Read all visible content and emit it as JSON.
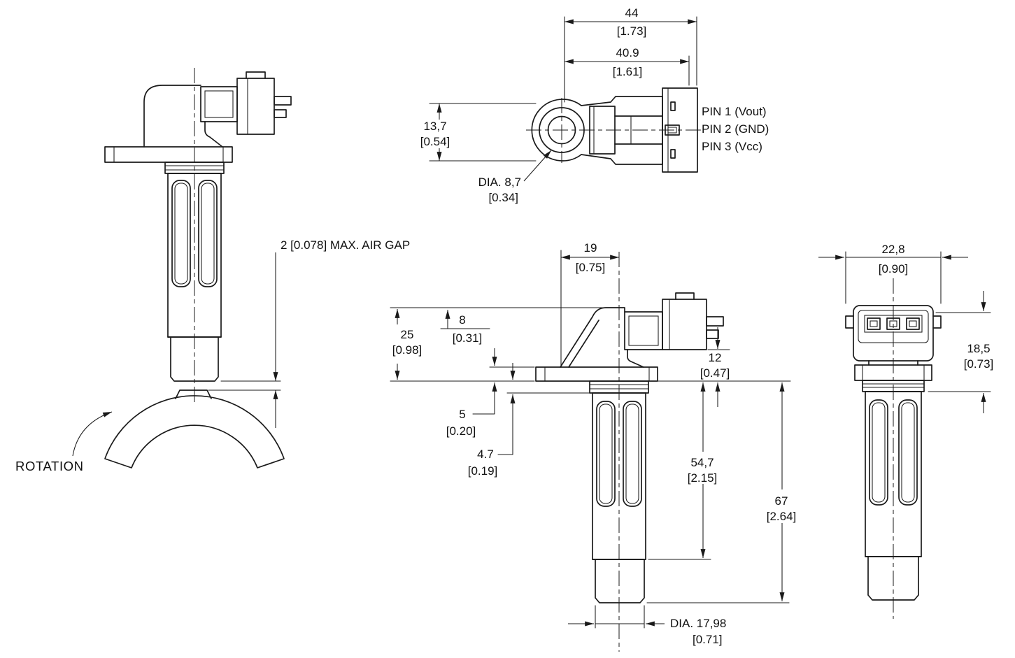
{
  "document": {
    "type": "technical-dimension-drawing",
    "background": "#ffffff",
    "line_color": "#1a1a1a"
  },
  "views": {
    "top": {
      "dim_overall_width": {
        "mm": "44",
        "inch": "[1.73]"
      },
      "dim_inner_width": {
        "mm": "40.9",
        "inch": "[1.61]"
      },
      "dim_height": {
        "mm": "13,7",
        "inch": "[0.54]"
      },
      "dim_tip_dia": {
        "mm": "DIA. 8,7",
        "inch": "[0.34]"
      },
      "pin_labels": [
        "PIN 1 (Vout)",
        "PIN 2 (GND)",
        "PIN 3 (Vcc)"
      ]
    },
    "front": {
      "air_gap_note": "2 [0.078] MAX. AIR GAP",
      "rotation_label": "ROTATION"
    },
    "side": {
      "dim_offset": {
        "mm": "19",
        "inch": "[0.75]"
      },
      "dim_bracket_height": {
        "mm": "25",
        "inch": "[0.98]"
      },
      "dim_step": {
        "mm": "8",
        "inch": "[0.31]"
      },
      "dim_connector_drop": {
        "mm": "12",
        "inch": "[0.47]"
      },
      "dim_flange_thickness": {
        "mm": "5",
        "inch": "[0.20]"
      },
      "dim_collar": {
        "mm": "4.7",
        "inch": "[0.19]"
      },
      "dim_barrel_length": {
        "mm": "54,7",
        "inch": "[2.15]"
      },
      "dim_overall_length": {
        "mm": "67",
        "inch": "[2.64]"
      },
      "dim_tip_dia": {
        "mm": "DIA. 17,98",
        "inch": "[0.71]"
      }
    },
    "end": {
      "dim_connector_width": {
        "mm": "22,8",
        "inch": "[0.90]"
      },
      "dim_body_height": {
        "mm": "18,5",
        "inch": "[0.73]"
      }
    }
  }
}
